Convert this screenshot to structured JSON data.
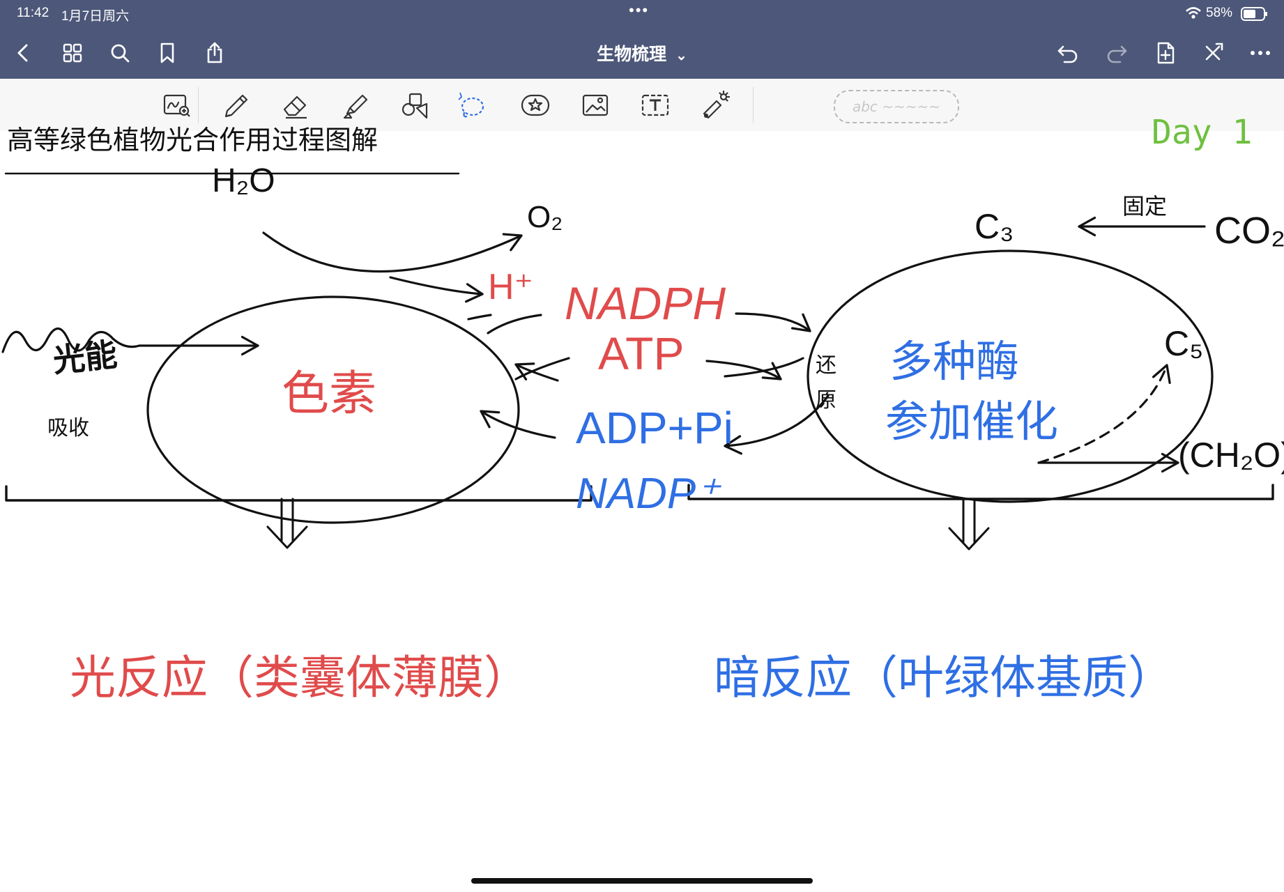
{
  "status_bar": {
    "time": "11:42",
    "date": "1月7日周六",
    "center_dots": "•••",
    "battery": "58%"
  },
  "nav": {
    "title": "生物梳理",
    "title_caret": "⌄",
    "icons": [
      "back-icon",
      "grid-icon",
      "search-icon",
      "bookmark-icon",
      "share-icon",
      "undo-icon",
      "redo-icon",
      "add-page-icon",
      "close-icon",
      "more-icon"
    ]
  },
  "toolbar": {
    "tools": [
      "zoom-box-icon",
      "pen-icon",
      "eraser-icon",
      "highlighter-icon",
      "shapes-icon",
      "lasso-icon",
      "sticker-icon",
      "image-icon",
      "text-icon",
      "laser-pointer-icon"
    ],
    "pen_preview": "abc ~~~~~"
  },
  "note": {
    "title": "高等绿色植物光合作用过程图解",
    "day_label": "Day 1",
    "h2o": "H₂O",
    "o2": "O₂",
    "h_plus": "H⁺",
    "light_energy": "光能",
    "absorb": "吸收",
    "pigment": "色素",
    "nadph": "NADPH",
    "atp": "ATP",
    "adp_pi": "ADP+Pi",
    "nadp_plus": "NADP⁺",
    "reduction_1": "还",
    "reduction_2": "原",
    "enzymes_1": "多种酶",
    "enzymes_2": "参加催化",
    "c3": "C₃",
    "co2": "CO₂",
    "fixation": "固定",
    "c5": "C₅",
    "ch2o": "(CH₂O)",
    "light_reaction": "光反应（类囊体薄膜）",
    "dark_reaction": "暗反应（叶绿体基质）"
  },
  "colors": {
    "bar": "#4c5779",
    "red": "#e04b4b",
    "blue": "#2f6fe4",
    "green": "#6fc03f",
    "ink": "#111111"
  }
}
